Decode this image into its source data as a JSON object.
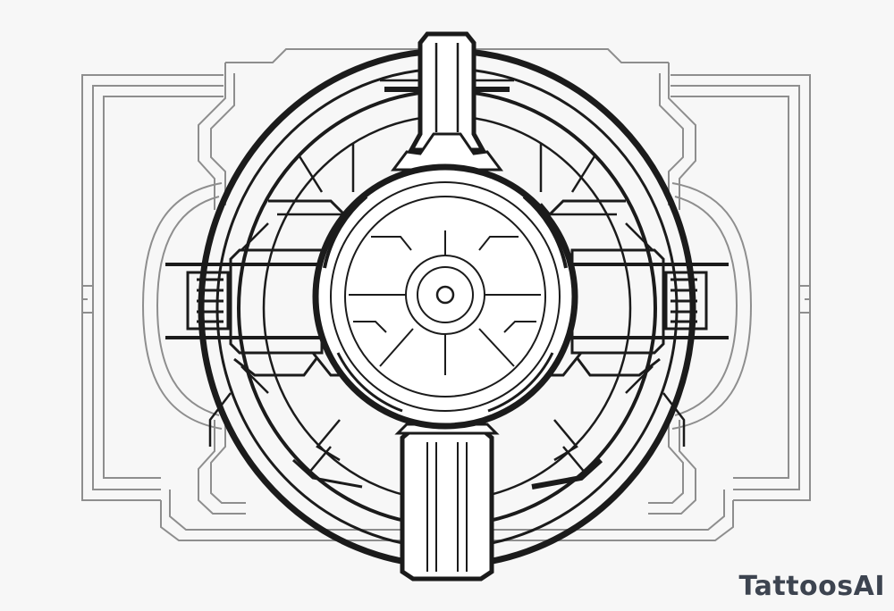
{
  "artwork": {
    "subject": "tattoo-design",
    "style": "line-art",
    "ink_color": "#1b1b1b",
    "background_color": "#f7f7f7"
  },
  "watermark": {
    "text": "TattoosAI",
    "color": "#3d4450"
  }
}
